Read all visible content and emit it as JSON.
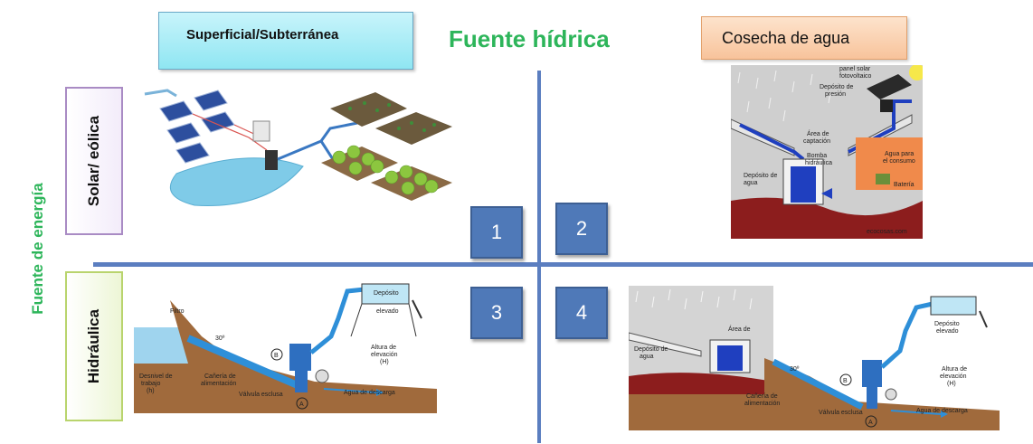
{
  "headers": {
    "superficial": "Superficial/Subterránea",
    "fuente_hidrica": "Fuente hídrica",
    "cosecha": "Cosecha de agua",
    "fuente_energia": "Fuente de energía",
    "solar_eolica": "Solar/ eólica",
    "hidraulica": "Hidráulica"
  },
  "quadrants": [
    "1",
    "2",
    "3",
    "4"
  ],
  "diagram_labels": {
    "panel_solar": "panel solar",
    "fotovoltaico": "fotovoltaico",
    "deposito_presion": "Depósito de",
    "presion": "presión",
    "area_captacion": "Área de",
    "captacion": "captación",
    "bomba": "Bomba",
    "hidraulica_lbl": "hidráulica",
    "deposito_agua": "Depósito de",
    "agua": "agua",
    "agua_consumo": "Agua para",
    "el_consumo": "el consumo",
    "bateria": "Batería",
    "ecocosas": "ecocosas.com",
    "filtro": "Filtro",
    "deposito_elevado": "Depósito",
    "elevado": "elevado",
    "altura": "Altura de",
    "elevacion": "elevación",
    "h_mayus": "(H)",
    "desnivel": "Desnivel de",
    "trabajo": "trabajo",
    "h_minus": "(h)",
    "caneria": "Cañería de",
    "alimentacion": "alimentación",
    "valvula": "Válvula esclusa",
    "agua_descarga": "Agua de descarga",
    "angle": "30º",
    "a": "A",
    "b": "B"
  },
  "colors": {
    "green_title": "#2db55a",
    "axis": "#5b7ec0",
    "quadrant_box": "#4f79b8"
  }
}
